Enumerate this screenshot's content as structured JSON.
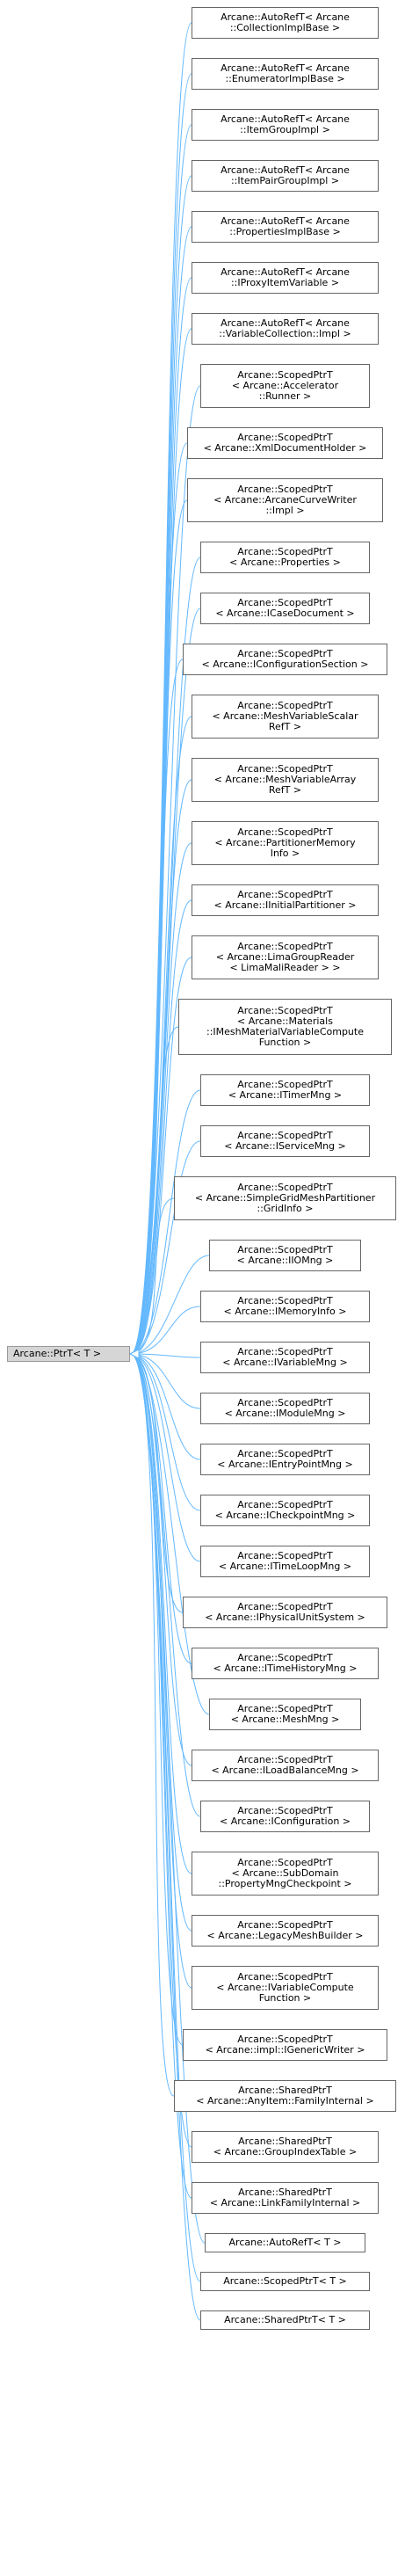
{
  "colors": {
    "edge": "#63b8ff",
    "node_border": "#666666",
    "base_fill": "#d6d6d6"
  },
  "diagram": {
    "base": {
      "label": "Arcane::PtrT< T >"
    },
    "derived": [
      {
        "label": "Arcane::AutoRefT< Arcane\n::CollectionImplBase >"
      },
      {
        "label": "Arcane::AutoRefT< Arcane\n::EnumeratorImplBase >"
      },
      {
        "label": "Arcane::AutoRefT< Arcane\n::ItemGroupImpl >"
      },
      {
        "label": "Arcane::AutoRefT< Arcane\n::ItemPairGroupImpl >"
      },
      {
        "label": "Arcane::AutoRefT< Arcane\n::PropertiesImplBase >"
      },
      {
        "label": "Arcane::AutoRefT< Arcane\n::IProxyItemVariable >"
      },
      {
        "label": "Arcane::AutoRefT< Arcane\n::VariableCollection::Impl >"
      },
      {
        "label": "Arcane::ScopedPtrT\n< Arcane::Accelerator\n::Runner >"
      },
      {
        "label": "Arcane::ScopedPtrT\n< Arcane::XmlDocumentHolder >"
      },
      {
        "label": "Arcane::ScopedPtrT\n< Arcane::ArcaneCurveWriter\n::Impl >"
      },
      {
        "label": "Arcane::ScopedPtrT\n< Arcane::Properties >"
      },
      {
        "label": "Arcane::ScopedPtrT\n< Arcane::ICaseDocument >"
      },
      {
        "label": "Arcane::ScopedPtrT\n< Arcane::IConfigurationSection >"
      },
      {
        "label": "Arcane::ScopedPtrT\n< Arcane::MeshVariableScalar\nRefT >"
      },
      {
        "label": "Arcane::ScopedPtrT\n< Arcane::MeshVariableArray\nRefT >"
      },
      {
        "label": "Arcane::ScopedPtrT\n< Arcane::PartitionerMemory\nInfo >"
      },
      {
        "label": "Arcane::ScopedPtrT\n< Arcane::IInitialPartitioner >"
      },
      {
        "label": "Arcane::ScopedPtrT\n< Arcane::LimaGroupReader\n< LimaMaliReader > >"
      },
      {
        "label": "Arcane::ScopedPtrT\n< Arcane::Materials\n::IMeshMaterialVariableCompute\nFunction >"
      },
      {
        "label": "Arcane::ScopedPtrT\n< Arcane::ITimerMng >"
      },
      {
        "label": "Arcane::ScopedPtrT\n< Arcane::IServiceMng >"
      },
      {
        "label": "Arcane::ScopedPtrT\n< Arcane::SimpleGridMeshPartitioner\n::GridInfo >"
      },
      {
        "label": "Arcane::ScopedPtrT\n< Arcane::IIOMng >"
      },
      {
        "label": "Arcane::ScopedPtrT\n< Arcane::IMemoryInfo >"
      },
      {
        "label": "Arcane::ScopedPtrT\n< Arcane::IVariableMng >"
      },
      {
        "label": "Arcane::ScopedPtrT\n< Arcane::IModuleMng >"
      },
      {
        "label": "Arcane::ScopedPtrT\n< Arcane::IEntryPointMng >"
      },
      {
        "label": "Arcane::ScopedPtrT\n< Arcane::ICheckpointMng >"
      },
      {
        "label": "Arcane::ScopedPtrT\n< Arcane::ITimeLoopMng >"
      },
      {
        "label": "Arcane::ScopedPtrT\n< Arcane::IPhysicalUnitSystem >"
      },
      {
        "label": "Arcane::ScopedPtrT\n< Arcane::ITimeHistoryMng >"
      },
      {
        "label": "Arcane::ScopedPtrT\n< Arcane::MeshMng >"
      },
      {
        "label": "Arcane::ScopedPtrT\n< Arcane::ILoadBalanceMng >"
      },
      {
        "label": "Arcane::ScopedPtrT\n< Arcane::IConfiguration >"
      },
      {
        "label": "Arcane::ScopedPtrT\n< Arcane::SubDomain\n::PropertyMngCheckpoint >"
      },
      {
        "label": "Arcane::ScopedPtrT\n< Arcane::LegacyMeshBuilder >"
      },
      {
        "label": "Arcane::ScopedPtrT\n< Arcane::IVariableCompute\nFunction >"
      },
      {
        "label": "Arcane::ScopedPtrT\n< Arcane::impl::IGenericWriter >"
      },
      {
        "label": "Arcane::SharedPtrT\n< Arcane::AnyItem::FamilyInternal >"
      },
      {
        "label": "Arcane::SharedPtrT\n< Arcane::GroupIndexTable >"
      },
      {
        "label": "Arcane::SharedPtrT\n< Arcane::LinkFamilyInternal >"
      },
      {
        "label": "Arcane::AutoRefT< T >"
      },
      {
        "label": "Arcane::ScopedPtrT< T >"
      },
      {
        "label": "Arcane::SharedPtrT< T >"
      }
    ]
  }
}
